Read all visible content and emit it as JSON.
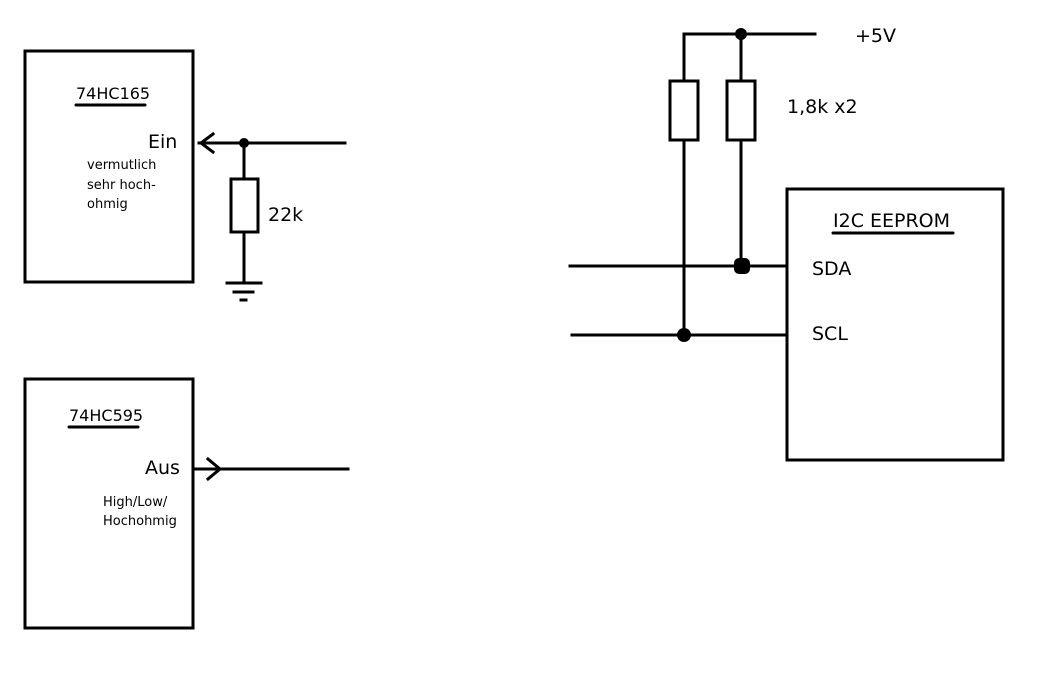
{
  "left_top": {
    "chip_title": "74HC165",
    "pin_label": "Ein",
    "note_lines": [
      "vermutlich",
      "sehr hoch-",
      "ohmig"
    ],
    "resistor_label": "22k"
  },
  "left_bottom": {
    "chip_title": "74HC595",
    "pin_label": "Aus",
    "note_lines": [
      "High/Low/",
      "Hochohmig"
    ]
  },
  "right": {
    "supply_label": "+5V",
    "resistor_label": "1,8k x2",
    "chip_title": "I2C EEPROM",
    "pin_sda": "SDA",
    "pin_scl": "SCL"
  }
}
